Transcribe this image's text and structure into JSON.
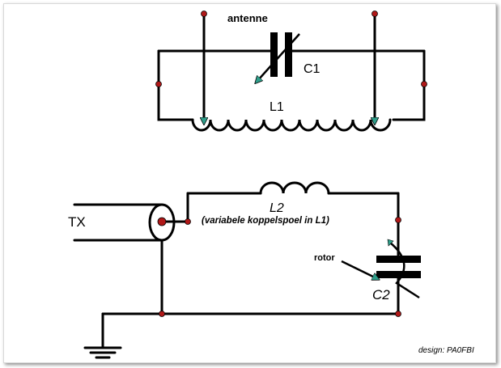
{
  "labels": {
    "antenne": "antenne",
    "c1": "C1",
    "l1": "L1",
    "l2": "L2",
    "l2_note": "(variabele koppelspoel in L1)",
    "tx": "TX",
    "rotor": "rotor",
    "c2": "C2",
    "credit": "design: PA0FBI"
  },
  "colors": {
    "wire": "#000000",
    "node": "#b01818",
    "arrow": "#2e9e8a"
  }
}
